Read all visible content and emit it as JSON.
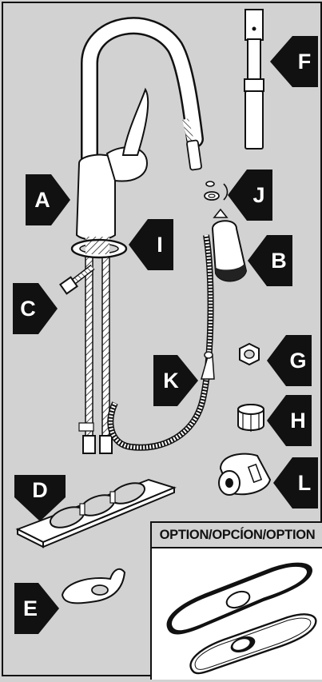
{
  "labels": {
    "A": "A",
    "B": "B",
    "C": "C",
    "D": "D",
    "E": "E",
    "F": "F",
    "G": "G",
    "H": "H",
    "I": "I",
    "J": "J",
    "K": "K",
    "L": "L"
  },
  "option_box": {
    "title": "OPTION/OPCÍON/OPTION"
  },
  "colors": {
    "background": "#d2d2d2",
    "tag_fill": "#111111",
    "outline": "#111111",
    "part_fill": "#ffffff"
  }
}
